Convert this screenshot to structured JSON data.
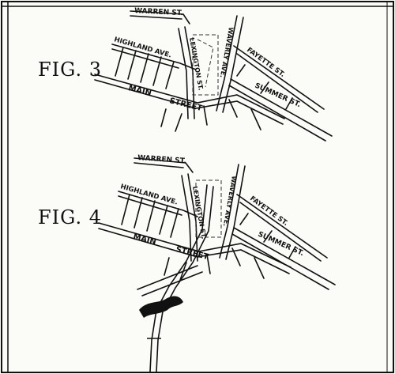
{
  "figures": [
    {
      "label": "FIG. 3",
      "streets": {
        "warren": "WARREN ST.",
        "highland": "HIGHLAND AVE.",
        "lexington": "LEXINGTON ST.",
        "waverly": "WAVERLY AVE.",
        "fayette": "FAYETTE ST.",
        "summer": "SUMMER ST.",
        "main": "MAIN",
        "street": "STREET"
      }
    },
    {
      "label": "FIG. 4",
      "streets": {
        "warren": "WARREN ST.",
        "highland": "HIGHLAND AVE.",
        "lexington": "LEXINGTON ST.",
        "waverly": "WAVERLY AVE.",
        "fayette": "FAYETTE ST.",
        "summer": "SUMMER ST.",
        "main": "MAIN",
        "street": "STREET"
      }
    }
  ],
  "colors": {
    "ink": "#111111",
    "paper": "#fbfbf8"
  }
}
